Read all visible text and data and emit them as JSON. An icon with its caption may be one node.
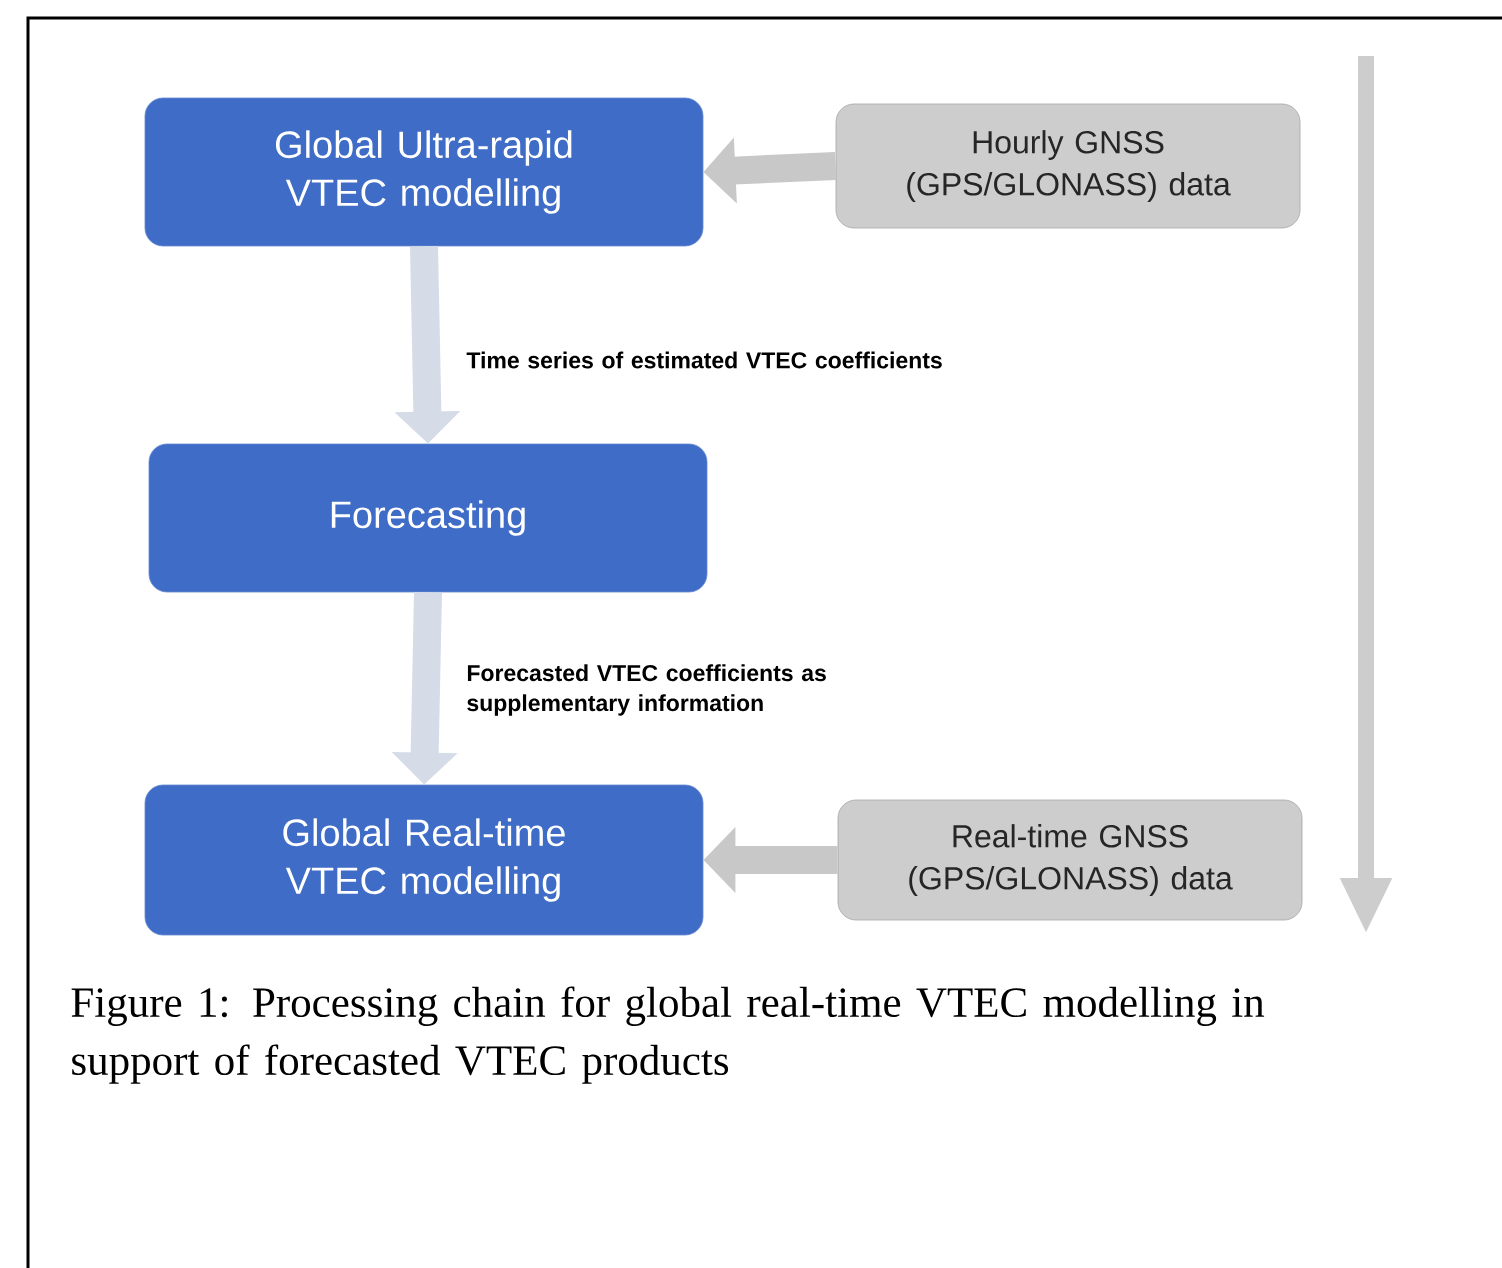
{
  "diagram": {
    "caption": "Figure 1: Processing chain for global real-time VTEC modelling in support of forecasted VTEC products",
    "nodes": [
      {
        "text": [
          "Global Ultra-rapid VTEC modelling"
        ]
      },
      {
        "text": [
          "Hourly GNSS (GPS/GLONASS) data"
        ]
      },
      {
        "text": [
          "Forecasting"
        ]
      },
      {
        "text": [
          "Global Real-time VTEC modelling"
        ]
      },
      {
        "text": [
          "Real-time GNSS (GPS/GLONASS) data"
        ]
      }
    ],
    "edges": [
      {
        "from": 1,
        "to": 0,
        "arrow": "to",
        "color": "#c8c8c8"
      },
      {
        "from": 0,
        "to": 2,
        "arrow": "to",
        "label": "Time series of estimated VTEC coefficients"
      },
      {
        "from": 2,
        "to": 3,
        "arrow": "to",
        "label": "Forecasted VTEC coefficients as supplementary information"
      },
      {
        "from": 4,
        "to": 3,
        "arrow": "to",
        "color": "#c8c8c8"
      }
    ]
  }
}
